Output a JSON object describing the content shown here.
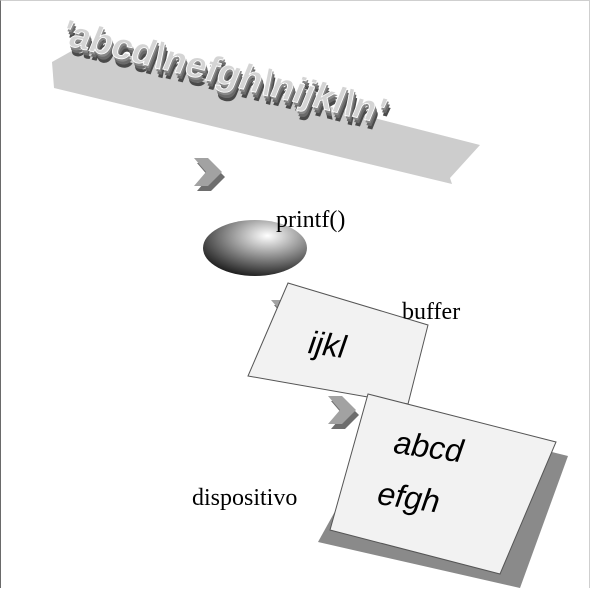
{
  "input_string": "'abcd\\nefgh\\nijkl\\n'",
  "function_label": "printf()",
  "buffer_label": "buffer",
  "buffer_content": "ijkl",
  "device_label": "dispositivo",
  "device_lines": [
    "abcd",
    "efgh"
  ],
  "colors": {
    "letters_face": "#d0d0d0",
    "letters_shadow": "#5a5a5a",
    "floor": "#cdcdcd",
    "arrow": "#9a9a9a",
    "sheet": "#f2f2f2",
    "sheet_shadow": "#8a8a8a"
  }
}
